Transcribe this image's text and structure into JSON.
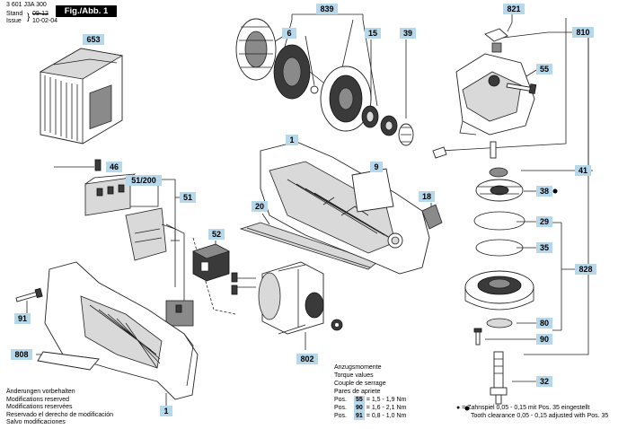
{
  "header": {
    "part_number": "3 601 J3A 300",
    "stand_label": "Stand",
    "issue_label": "Issue",
    "stand_value": "09-12",
    "issue_value": "10-02-04",
    "figure_label": "Fig./Abb. 1"
  },
  "callouts": {
    "c653": "653",
    "c839": "839",
    "c821": "821",
    "c810": "810",
    "c6": "6",
    "c15": "15",
    "c39": "39",
    "c55a": "55",
    "c1a": "1",
    "c46": "46",
    "c51_200": "51/200",
    "c51": "51",
    "c9": "9",
    "c41": "41",
    "c38": "38",
    "c18": "18",
    "c20": "20",
    "c29": "29",
    "c52": "52",
    "c35": "35",
    "c828": "828",
    "c91": "91",
    "c80": "80",
    "c90a": "90",
    "c808": "808",
    "c802": "802",
    "c32": "32",
    "c1b": "1"
  },
  "notes": {
    "lines": [
      "Änderungen vorbehalten",
      "Modifications reserved",
      "Modifications reservées",
      "Reservado el derecho de modificación",
      "Salvo modificaciones"
    ]
  },
  "torque": {
    "lines": [
      "Anzugsmomente",
      "Torque values",
      "Couple de serrage",
      "Pares de apriete"
    ],
    "rows": [
      {
        "pos": "Pos.",
        "num": "55",
        "value": "= 1,5 - 1,9 Nm"
      },
      {
        "pos": "Pos.",
        "num": "90",
        "value": "= 1,6 - 2,1 Nm"
      },
      {
        "pos": "Pos.",
        "num": "91",
        "value": "= 0,8 - 1,0 Nm"
      }
    ]
  },
  "clearance": {
    "line1": "● = Zahnspiel 0,05 - 0,15 mit Pos. 35 eingestellt",
    "line2": "Tooth clearance 0,05 - 0,15 adjusted with Pos. 35"
  },
  "colors": {
    "callout_bg": "#b7d7eb",
    "figure_bg": "#000000",
    "line": "#222222"
  }
}
